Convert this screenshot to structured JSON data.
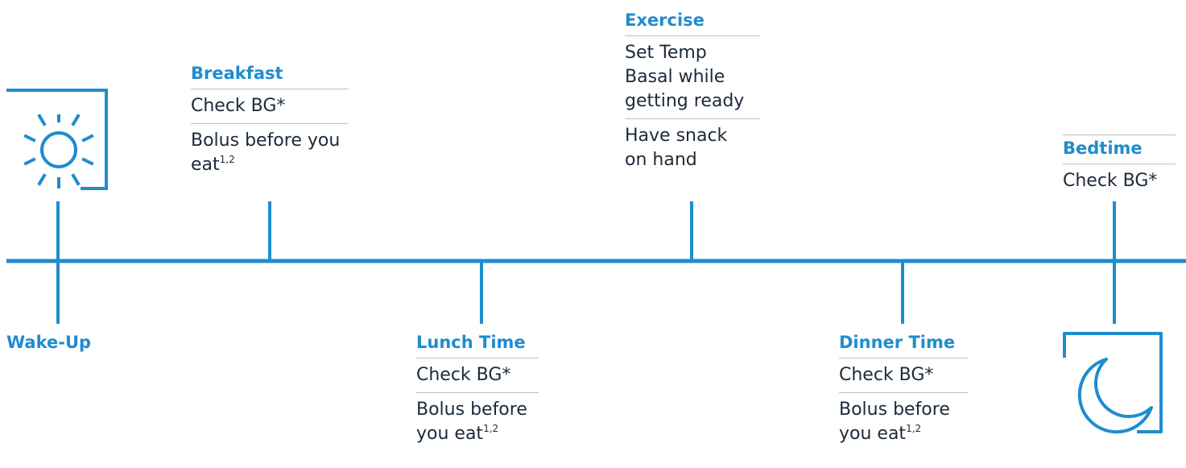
{
  "colors": {
    "accent": "#1f8ccf",
    "text": "#1b2a3a",
    "rule": "#bfbfbf"
  },
  "icons": {
    "wake": "sun-icon",
    "bed": "moon-icon"
  },
  "events": {
    "wake": {
      "title": "Wake-Up"
    },
    "breakfast": {
      "title": "Breakfast",
      "check": "Check BG*",
      "bolus": "Bolus before you eat",
      "note": "1,2"
    },
    "lunch": {
      "title": "Lunch Time",
      "check": "Check BG*",
      "bolus": "Bolus before you eat",
      "note": "1,2"
    },
    "exercise": {
      "title": "Exercise",
      "line1": "Set Temp Basal while getting ready",
      "line2": "Have snack on hand"
    },
    "dinner": {
      "title": "Dinner Time",
      "check": "Check BG*",
      "bolus": "Bolus before you eat",
      "note": "1,2"
    },
    "bedtime": {
      "title": "Bedtime",
      "check": "Check BG*"
    }
  }
}
